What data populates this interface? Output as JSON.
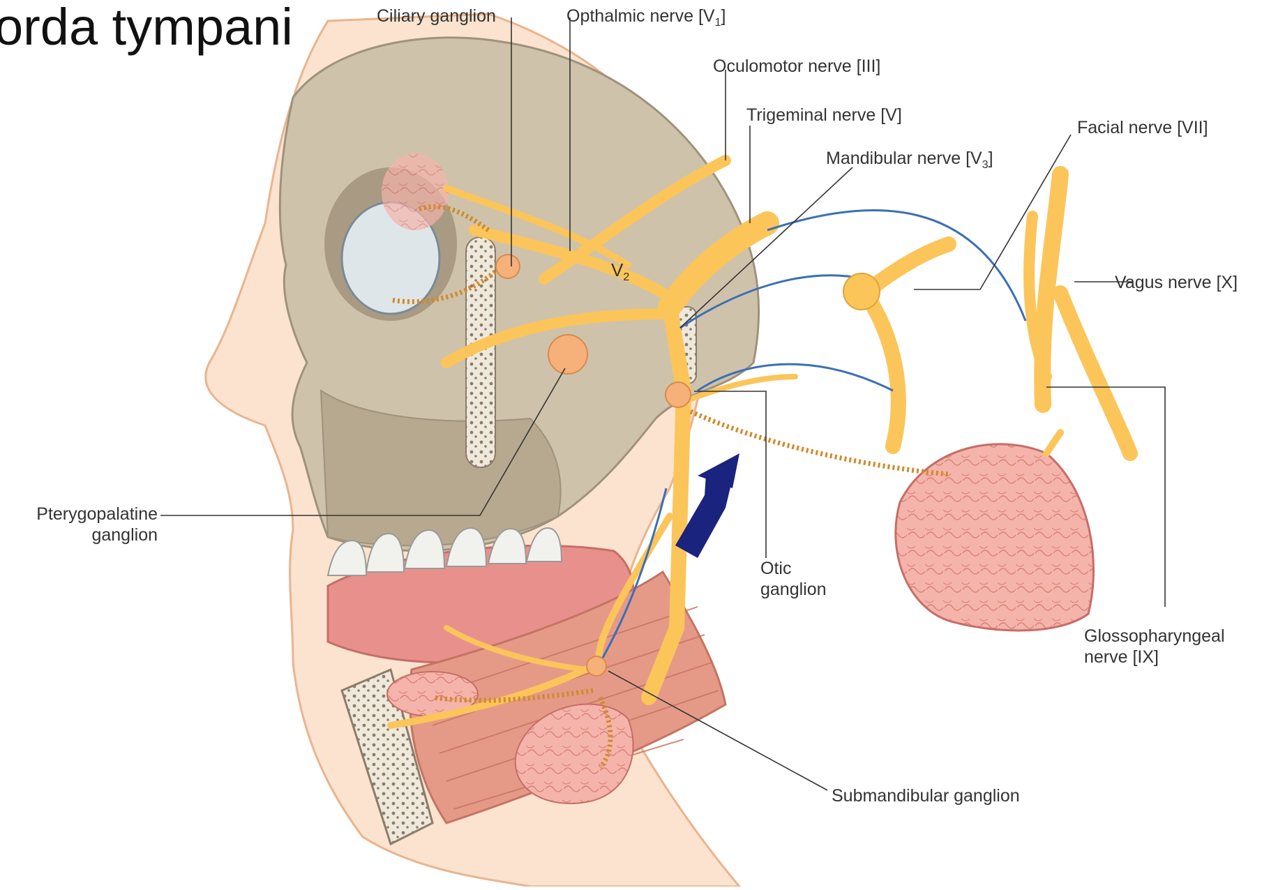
{
  "title": "Chorda tympani",
  "title_visible": "orda tympani",
  "labels": {
    "ciliary_ganglion": "Ciliary ganglion",
    "opthalmic_nerve": "Opthalmic nerve [V",
    "opthalmic_sub": "1",
    "opthalmic_end": "]",
    "oculomotor_nerve": "Oculomotor nerve [III]",
    "trigeminal_nerve": "Trigeminal nerve [V]",
    "mandibular_nerve": "Mandibular nerve [V",
    "mandibular_sub": "3",
    "mandibular_end": "]",
    "facial_nerve": "Facial nerve [VII]",
    "vagus_nerve": "Vagus nerve [X]",
    "v2": "V",
    "v2_sub": "2",
    "pterygopalatine_line1": "Pterygopalatine",
    "pterygopalatine_line2": "ganglion",
    "otic_line1": "Otic",
    "otic_line2": "ganglion",
    "glosso_line1": "Glossopharyngeal",
    "glosso_line2": "nerve [IX]",
    "submandibular_ganglion": "Submandibular ganglion"
  },
  "colors": {
    "nerve": "#fbc55a",
    "nerve_outline": "#e0a43a",
    "ganglion": "#f6b07a",
    "bone": "#cfc2ab",
    "skin": "#fbe3cf",
    "gland": "#f2aaa2",
    "muscle": "#e59a88",
    "arrow": "#1a237e"
  }
}
